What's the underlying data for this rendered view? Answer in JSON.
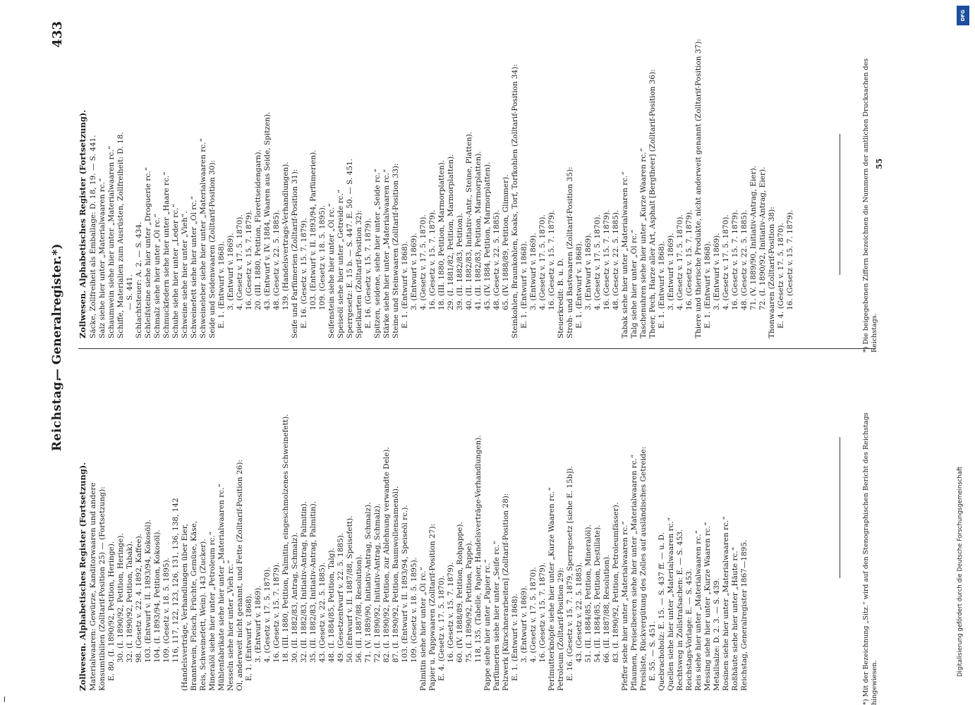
{
  "header": {
    "left_title": "Reichstag.",
    "center_title": "— Generalregister.*)",
    "page_number": "433"
  },
  "left_column": {
    "heading": "Zollwesen. Alphabetisches Register (Fortsetzung).",
    "lines": [
      "Materialwaaren: Gewürze, Kanditorwaaren und andere",
      "Konsumtibilien (Zolltarif-Position 25) — (Fortsetzung):",
      "E. 80. (I. 1890/92, Petition, Heringe).",
      "30. (I. 1890/92, Petition, Heringe).",
      "32. (I. 1890/92, Petition, Tabak).",
      "98. (Gesetz v. 22. 4. 1892, Kaffee).",
      "103. (Entwurf v. II. 1893/94, Kokosöl).",
      "104. (I. 1893/94, Petition, Kokosöl).",
      "109. (Gesetz v. 18. 5. 1895).",
      "116, 117, 122, 123, 126, 131, 136, 138, 142",
      "(Handelsverträge, Verhandlungen über Eier,",
      "Branntwein, Fleisch, Früchte, Gemüse, Käse,",
      "Reis, Schweinefett, Wein). 143 (Zucker).",
      "Mineralöl siehe hier unter „Petroleum rc.“",
      "Mühlenfabrikate siehe hier unter „Materialwaaren rc.“",
      "Nesseln siehe hier unter „Vieh rc.“",
      "Öl, anderweit nicht genannt, und Fette (Zolltarif-Position 26):",
      "E. 1. (Entwurf v. 1868).",
      "3. (Entwurf v. 1869).",
      "4. (Gesetz v. 17. 5. 1870).",
      "16. (Gesetz v. 15. 7. 1879).",
      "18. (III. 1880, Petition, Palmitin, eingeschmolzenes Schweinefett).",
      "30. (II. 1882/83, Antrag, Schmalz).",
      "32. (II. 1882/83, Initiativ-Antrag, Palmitin).",
      "35. (II. 1882/83, Initiativ-Antrag, Palmitin).",
      "43. (Gesetz v. 22. 5. 1885).",
      "48. (I. 1884/85, Petition, Talg).",
      "49. (Gesetzentwurf v. 22. 5. 1885).",
      "50. (Entwurf v. II. 1887/88, Speisefett).",
      "56. (II. 1887/88, Resolution).",
      "71. (V. 1889/90, Initiativ-Antrag, Schmalz).",
      "72. (I. 1890/92, Initiativ-Antrag, Schmalz).",
      "82. (I. 1890/92, Petition, zur Ablehnung verwandte Dele).",
      "87. (I. 1890/92, Petition, Baumwollensamenöl).",
      "103. (Entwurf v. II. 1893/94, Speiseöl rc.).",
      "109. (Gesetz v. 18. 5. 1895).",
      "Palmitin siehe hier unter „Öl rc.“",
      "Papier u. Pappwaaren (Zolltarif-Position 27):",
      "E. 4. (Gesetz v. 17. 5. 1870).",
      "16. (Gesetz v. 15. 7. 1879).",
      "60. (IV. 1888/89, Petition, Rohpappe).",
      "75. (I. 1890/92, Petition, Pappe).",
      "118, 135. (Tabelle, Papier, Handelsverträge-Verhandlungen).",
      "Pappe siehe hier unter „Papier rc.“",
      "Parfümerien siehe hier unter „Seife rc.“",
      "Pelzwerk [Kürschnerarbeiten] (Zolltarif-Position 28):",
      "E. 1. (Entwurf v. 1868).",
      "3. (Entwurf v. 1869).",
      "4. (Gesetz v. 17. 5. 1870).",
      "16. (Gesetz v. 15. 7. 1879).",
      "Perlmutterknöpfe siehe hier unter „Kurze Waaren rc.“",
      "Petroleum (Zolltarif-Position 29):",
      "E. 16. (Gesetz v. 15. 7. 1879, Sperrgesetz [siehe E. 15b]).",
      "43. (Gesetz v. 22. 5. 1885).",
      "51. (II. 1884/85, Petition, Mineralöl).",
      "54. (II. 1884/85, Petition, Destillate).",
      "66. (II. 1887/88, Resolution).",
      "83. (I. 1890/92, Petition, Petroleumfässer).",
      "Pfeffer siehe hier unter „Materialwaaren rc.“",
      "Pflaumen, Preiselbeeren siehe hier unter „Materialwaaren rc.“",
      "Preisliste, Rückvergütung des Zolles auf ausländisches Getreide:",
      "E. 55. — S. 451.",
      "Quebrachoholz: E. 15. — S. 437 ff. — u. D.",
      "Quellen siehe hier unter „Materialwaaren rc.“",
      "Rechtsweg in Zollstrafsachen: E. — S. 453.",
      "Reichstags-Vorlage: E. — S. 453.",
      "Reis siehe hier unter „Materialwaaren rc.“",
      "Messing siehe hier unter „Kurze Waaren rc.“",
      "Metallsalze: D. 2. 3. — S. 439.",
      "Rosinen siehe hier unter „Materialwaaren rc.“",
      "Roßhäute siehe hier unter „Häute rc.“",
      "Reichstag, Generalregister 1867—1895."
    ],
    "footnote": "*) Mit der Bezeichnung „Sitz.“ wird auf den Stenographischen Bericht des Reichstags hingewiesen."
  },
  "right_column": {
    "heading": "Zollwesen. Alphabetisches Register (Fortsetzung).",
    "lines": [
      "Säcke, Zollfreiheit als Emballage: D. 18, 19. — S. 441.",
      "Salz siehe hier unter „Materialwaaren rc.“",
      "Schaumwein siehe hier unter „Materialwaaren rc.“",
      "Schiffe, Materialien zum Ausrüsten, Zollfreiheit: D. 18.",
      "— S. 441.",
      "Schlachtsteuer: A. 2. — S. 434.",
      "Schleifsteine siehe hier unter „Droguerie rc.“",
      "Schmalz siehe hier unter „Öl rc.“",
      "Schmuckfedern siehe hier unter „Haare rc.“",
      "Schuhe siehe hier unter „Leder rc.“",
      "Schweine siehe hier unter „Vieh“.",
      "Schweinefett siehe hier unter „Öl rc.“",
      "Schweineleber siehe hier unter „Materialwaaren rc.“",
      "Seide und Seidenwaaren (Zolltarif-Position 30):",
      "E. 1. (Entwurf v. 1868).",
      "3. (Entwurf v. 1869).",
      "4. (Gesetz v. 17. 5. 1870).",
      "16. (Gesetz v. 15. 7. 1879).",
      "20. (III. 1880, Petition, Florettseidengarn).",
      "43. (Entwurf v. IV. 1884, Waaren aus Seide, Spitzen).",
      "48. (Gesetz v. 22. 5. 1885).",
      "139. (Handelsvertrags-Verhandlungen).",
      "Seife und Parfümerien (Zolltarif-Position 31):",
      "E. 16. (Gesetz v. 15. 7. 1879).",
      "103. (Entwurf v. II. 1893/94, Parfümerien).",
      "109. (Gesetz v. 18. 5. 1895).",
      "Seifenstein siehe hier unter „Öl rc.“",
      "Speiseöl siehe hier unter „Getreide rc.“",
      "Sperrgesetz: E. 15 b. — S. 447. E. 50. — S. 451.",
      "Spielkarten (Zolltarif-Position 32):",
      "E. 16. (Gesetz v. 15. 7. 1879).",
      "Spitzen, seidene, siehe hier unter „Seide rc.“",
      "Stärke siehe hier unter „Materialwaaren rc.“",
      "Steine und Steinwaaren (Zolltarif-Position 33):",
      "E. 1. (Entwurf v. 1868).",
      "3. (Entwurf v. 1869).",
      "4. (Gesetz v. 17. 5. 1870).",
      "16. (Gesetz v. 15. 7. 1879).",
      "18. (III. 1880, Petition, Marmorplatten).",
      "29. (I. 1881/82, Petition, Marmorplatten).",
      "39. (II. 1882/83, Petition).",
      "40. (II. 1882/83, Initiativ-Antr., Steine, Platten).",
      "41. (II. 1882/83, Petition, Marmorplatten).",
      "45. (IV. 1884, Petition, Marmorplatten).",
      "48. (Gesetz v. 22. 5. 1885).",
      "65. (IV. 1888/89, Petition, Glimmer).",
      "Steinkohlen, Braunkohlen, Koaks, Torf, Torfkohlen (Zolltarif-Position 34):",
      "E. 1. (Entwurf v. 1868).",
      "3. (Entwurf v. 1869).",
      "4. (Gesetz v. 17. 5. 1870).",
      "16. (Gesetz v. 15. 7. 1879).",
      "Steuerkredit: B. u. D.",
      "Stroh- und Bastwaaren (Zolltarif-Position 35):",
      "E. 1. (Entwurf v. 1868).",
      "3. (Entwurf v. 1869).",
      "4. (Gesetz v. 17. 5. 1870).",
      "16. (Gesetz v. 15. 7. 1879).",
      "48. (Gesetz v. 22. 5. 1885).",
      "Tabak siehe hier unter „Materialwaaren rc.“",
      "Talg siehe hier unter „Öl rc.“",
      "Taschenuhren siehe hier unter „Kurze Waaren rc.“",
      "Theer, Pech, Harze aller Art, Asphalt [Bergtheer] (Zolltarif-Position 36):",
      "E. 1. (Entwurf v. 1868).",
      "3. (Entwurf v. 1869).",
      "4. (Gesetz v. 17. 5. 1870).",
      "16. (Gesetz v. 15. 7. 1879).",
      "Thiere und thierische Produkte, nicht anderweit genannt (Zolltarif-Position 37):",
      "E. 1. (Entwurf v. 1868).",
      "3. (Entwurf v. 1869).",
      "4. (Gesetz v. 17. 5. 1870).",
      "16. (Gesetz v. 15. 7. 1879).",
      "48. (Gesetz v. 22. 5. 1885).",
      "71. (V. 1889/90, Initiativ-Antrag, Eier).",
      "72. (I. 1890/92, Initiativ-Antrag, Eier).",
      "Thonwaaren (Zolltarif-Position 38):",
      "E. 4. (Gesetz v. 17. 5. 1870).",
      "16. (Gesetz v. 15. 7. 1879)."
    ],
    "footnote": "*) Die beigegebenen Ziffern bezeichnen die Nummern der amtlichen Drucksachen des Reichstags.",
    "page_marker": "55"
  },
  "watermark": {
    "text": "Digitalisierung gefördert durch die Deutsche Forschungsgemeinschaft",
    "logo": "DFG"
  }
}
